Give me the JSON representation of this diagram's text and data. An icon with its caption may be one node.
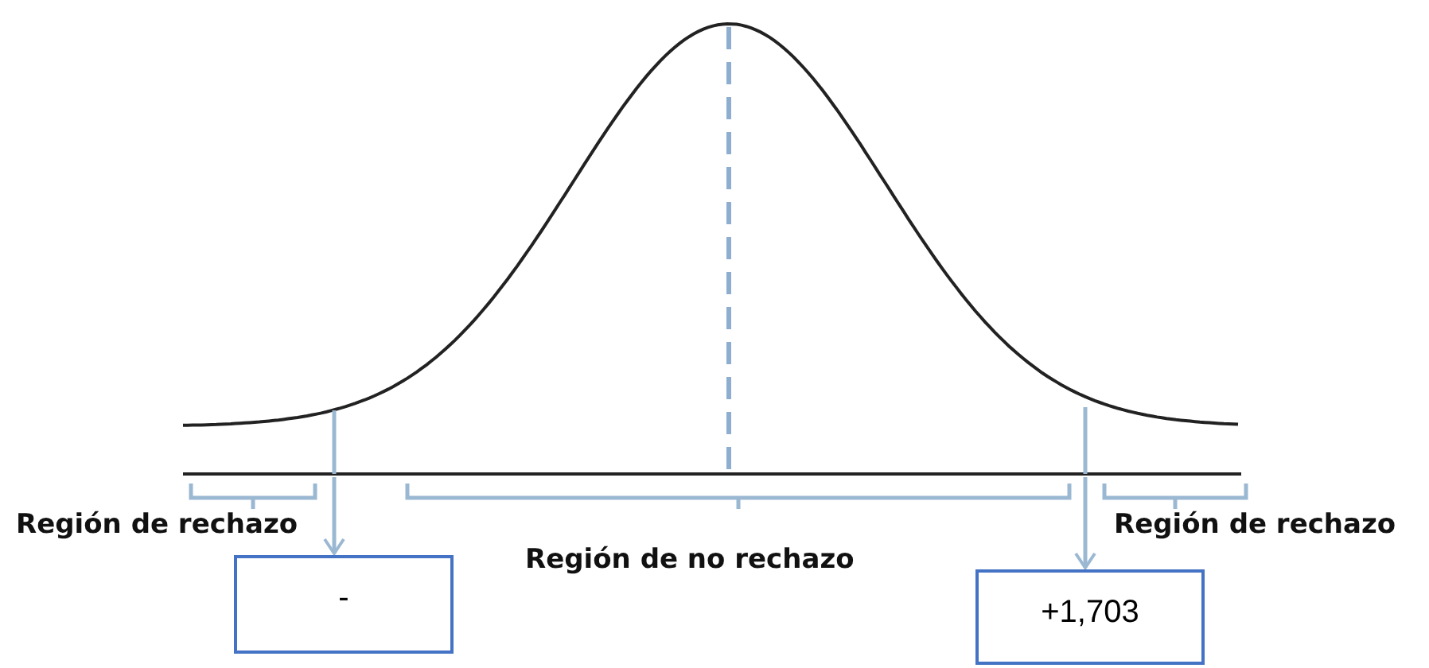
{
  "diagram": {
    "nodes": [
      {
        "text": [
          "-"
        ]
      },
      {
        "text": [
          "+1,703"
        ]
      }
    ],
    "edges": [
      {
        "from": null,
        "to": 0,
        "arrow": "to"
      },
      {
        "from": null,
        "to": 1,
        "arrow": "to"
      }
    ],
    "labels": [
      "Región de rechazo",
      "Región de rechazo",
      "Región de no rechazo"
    ]
  }
}
